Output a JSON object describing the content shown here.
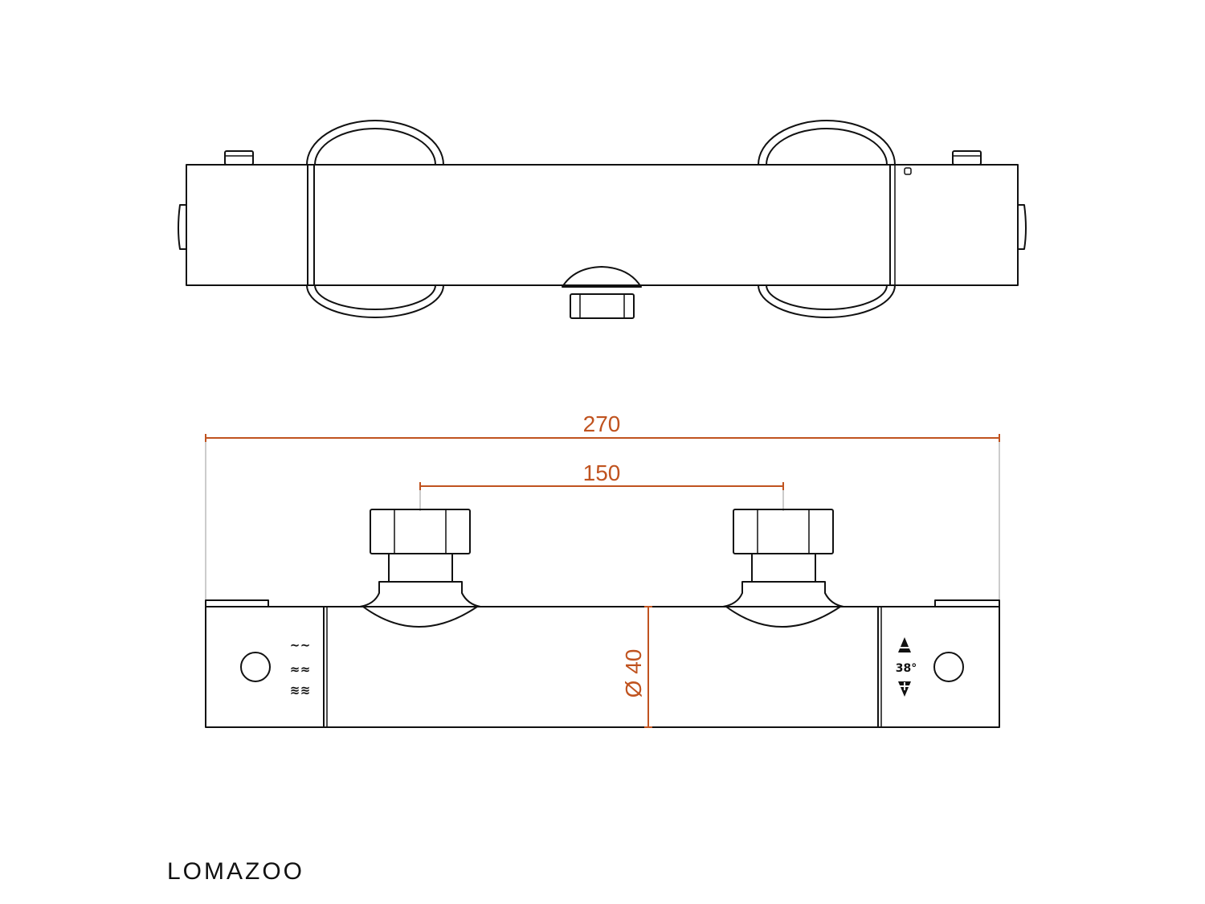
{
  "colors": {
    "outline": "#111111",
    "dimension": "#c0531f",
    "extension": "#9a9a9a",
    "background": "#ffffff"
  },
  "dimensions": {
    "overall_length": "270",
    "inlet_spacing": "150",
    "body_diameter": "Ø 40"
  },
  "temperature_label": "38°",
  "icons": {
    "hot_cold": "water-temperature-waves-icon",
    "temp_down": "triangle-minus-icon",
    "temp_up": "triangle-plus-icon"
  },
  "brand": "LOMAZOO"
}
